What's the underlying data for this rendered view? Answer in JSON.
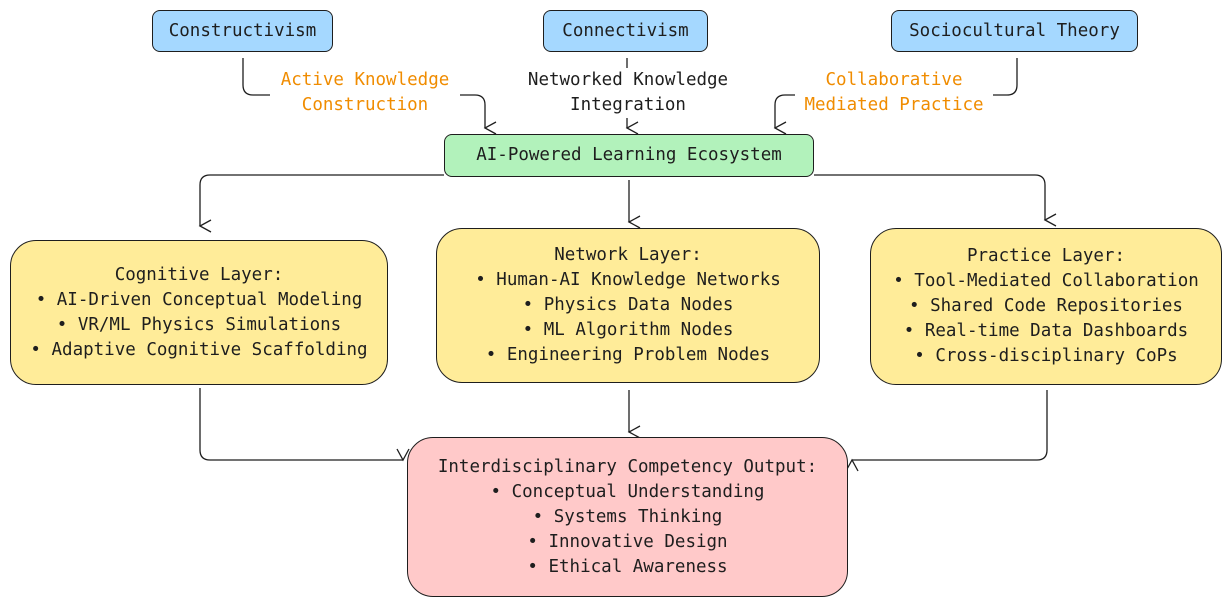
{
  "theories": [
    {
      "label": "Constructivism"
    },
    {
      "label": "Connectivism"
    },
    {
      "label": "Sociocultural Theory"
    }
  ],
  "edge_labels": [
    {
      "lines": [
        "Active Knowledge",
        "Construction"
      ],
      "color": "#f08c00"
    },
    {
      "lines": [
        "Networked Knowledge",
        "Integration"
      ],
      "color": "#1e1e1e"
    },
    {
      "lines": [
        "Collaborative",
        "Mediated Practice"
      ],
      "color": "#f08c00"
    }
  ],
  "hub": {
    "label": "AI-Powered Learning Ecosystem"
  },
  "layers": [
    {
      "title": "Cognitive Layer:",
      "items": [
        "• AI-Driven Conceptual Modeling",
        "• VR/ML Physics Simulations",
        "• Adaptive Cognitive Scaffolding"
      ]
    },
    {
      "title": "Network Layer:",
      "items": [
        "• Human-AI Knowledge Networks",
        "• Physics Data Nodes",
        "• ML Algorithm Nodes",
        "• Engineering Problem Nodes"
      ]
    },
    {
      "title": "Practice Layer:",
      "items": [
        "• Tool-Mediated Collaboration",
        "• Shared Code Repositories",
        "• Real-time Data Dashboards",
        "• Cross-disciplinary CoPs"
      ]
    }
  ],
  "output": {
    "title": "Interdisciplinary Competency Output:",
    "items": [
      "• Conceptual Understanding",
      "• Systems Thinking",
      "• Innovative Design",
      "• Ethical Awareness"
    ]
  },
  "colors": {
    "theory": "#a5d8ff",
    "hub": "#b2f2bb",
    "layer": "#ffec99",
    "output": "#ffc9c9",
    "accent": "#f08c00"
  }
}
